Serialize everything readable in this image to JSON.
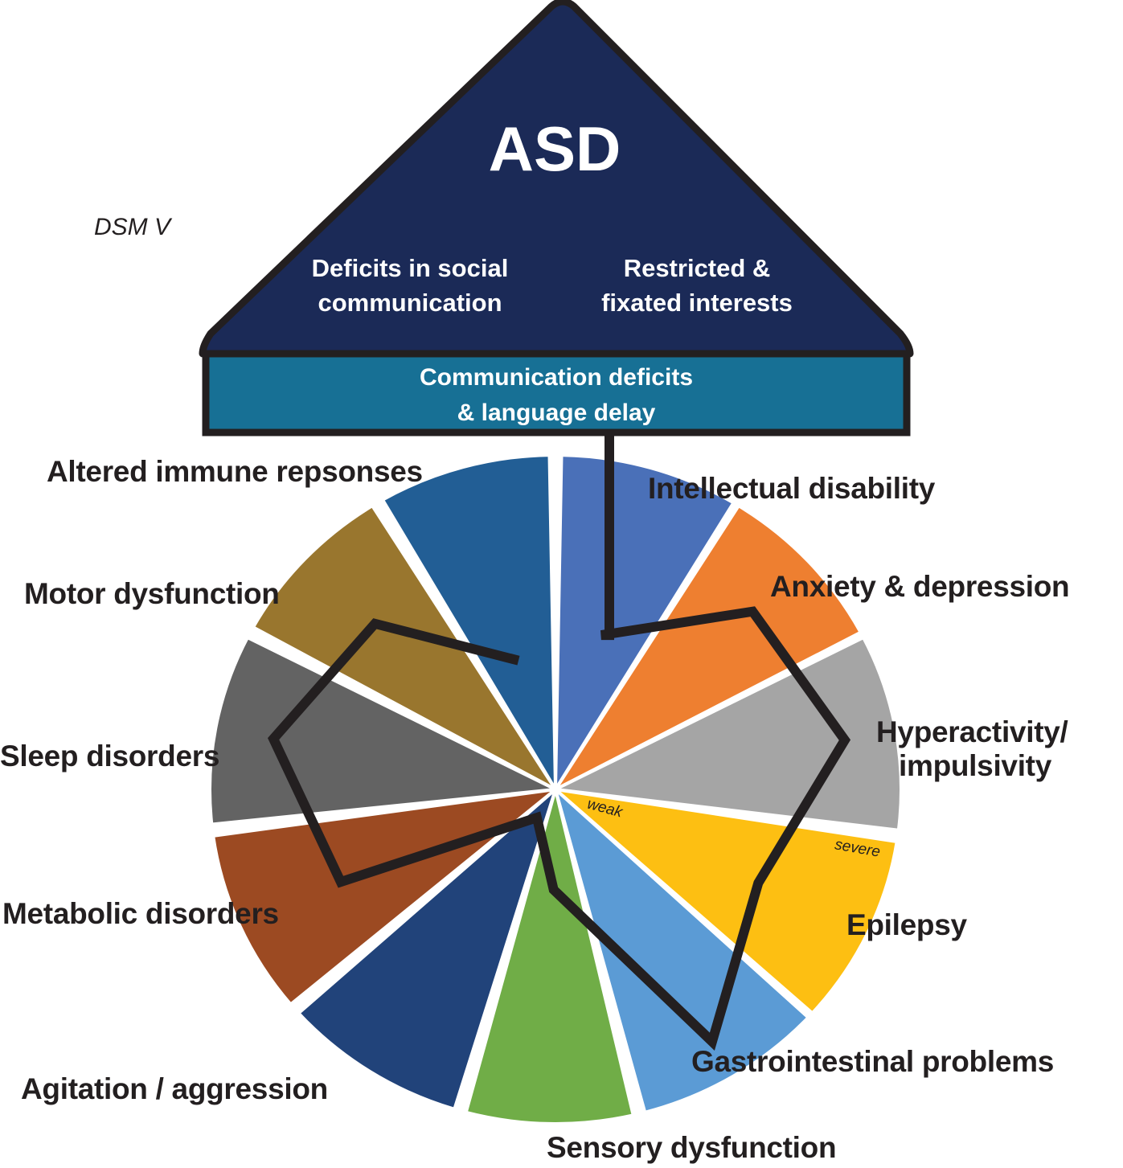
{
  "header": {
    "classification": "DSM V",
    "title": "ASD",
    "core_domains": [
      {
        "line1": "Deficits in social",
        "line2": "communication"
      },
      {
        "line1": "Restricted &",
        "line2": "fixated interests"
      }
    ],
    "bar": {
      "line1": "Communication deficits",
      "line2": "& language delay"
    }
  },
  "wheel": {
    "scale": {
      "inner_label": "weak",
      "outer_label": "severe"
    },
    "segments": [
      {
        "key": "intellectual",
        "label": "Intellectual disability",
        "color": "#4a70b8",
        "severity": 0.48
      },
      {
        "key": "anxiety",
        "label": "Anxiety & depression",
        "color": "#ee7f30",
        "severity": 0.78
      },
      {
        "key": "hyperactivity",
        "label_line1": "Hyperactivity/",
        "label_line2": "impulsivity",
        "color": "#a5a5a5",
        "severity": 0.85
      },
      {
        "key": "epilepsy",
        "label": "Epilepsy",
        "color": "#fdbf12",
        "severity": 0.65
      },
      {
        "key": "gi",
        "label": "Gastrointestinal problems",
        "color": "#5b9bd5",
        "severity": 0.88
      },
      {
        "key": "sensory",
        "label": "Sensory dysfunction",
        "color": "#70ad47",
        "severity": 0.3
      },
      {
        "key": "agitation",
        "label": "Agitation / aggression",
        "color": "#21437a",
        "severity": 0.1
      },
      {
        "key": "metabolic",
        "label": "Metabolic disorders",
        "color": "#9c4a22",
        "severity": 0.68
      },
      {
        "key": "sleep",
        "label": "Sleep disorders",
        "color": "#636363",
        "severity": 0.83
      },
      {
        "key": "motor",
        "label": "Motor dysfunction",
        "color": "#99762e",
        "severity": 0.72
      },
      {
        "key": "immune",
        "label": "Altered immune repsonses",
        "color": "#225e95",
        "severity": 0.4
      }
    ]
  },
  "colors": {
    "asd_triangle": "#1b2a57",
    "bar": "#177095",
    "outline": "#231f20"
  }
}
